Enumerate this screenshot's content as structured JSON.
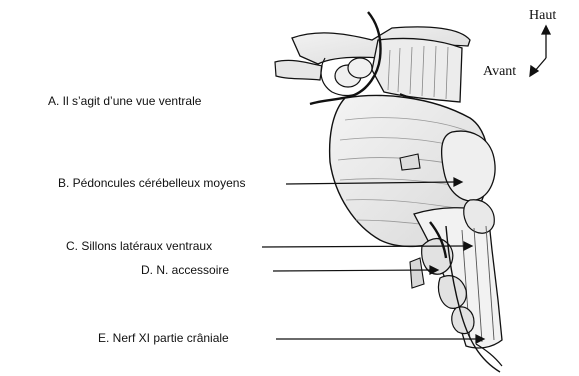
{
  "labels": {
    "a": "A.  Il s’agit d’une vue ventrale",
    "b": "B. Pédoncules cérébelleux moyens",
    "c": "C. Sillons latéraux ventraux",
    "d": "D. N. accessoire",
    "e": "E. Nerf XI partie crâniale"
  },
  "orientation": {
    "up": "Haut",
    "front": "Avant"
  },
  "colors": {
    "line": "#111111",
    "shade": "#c8c8c8"
  }
}
